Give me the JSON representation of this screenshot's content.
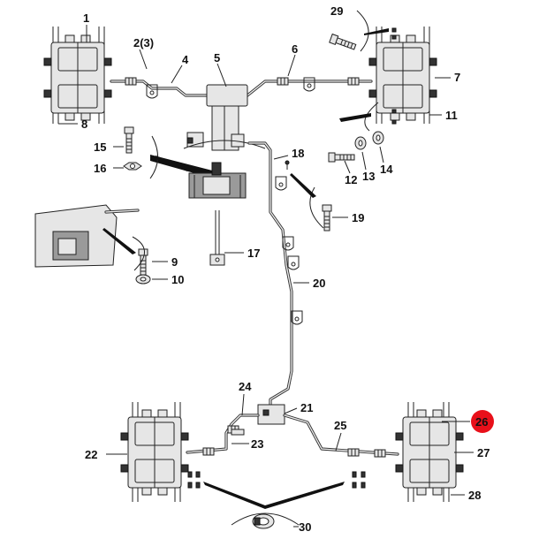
{
  "callouts": [
    {
      "id": "1",
      "text": "1"
    },
    {
      "id": "2",
      "text": "2(3)"
    },
    {
      "id": "4",
      "text": "4"
    },
    {
      "id": "5",
      "text": "5"
    },
    {
      "id": "6",
      "text": "6"
    },
    {
      "id": "7",
      "text": "7"
    },
    {
      "id": "8",
      "text": "8"
    },
    {
      "id": "9",
      "text": "9"
    },
    {
      "id": "10",
      "text": "10"
    },
    {
      "id": "11",
      "text": "11"
    },
    {
      "id": "12",
      "text": "12"
    },
    {
      "id": "13",
      "text": "13"
    },
    {
      "id": "14",
      "text": "14"
    },
    {
      "id": "15",
      "text": "15"
    },
    {
      "id": "16",
      "text": "16"
    },
    {
      "id": "17",
      "text": "17"
    },
    {
      "id": "18",
      "text": "18"
    },
    {
      "id": "19",
      "text": "19"
    },
    {
      "id": "20",
      "text": "20"
    },
    {
      "id": "21",
      "text": "21"
    },
    {
      "id": "22",
      "text": "22"
    },
    {
      "id": "23",
      "text": "23"
    },
    {
      "id": "24",
      "text": "24"
    },
    {
      "id": "25",
      "text": "25"
    },
    {
      "id": "26",
      "text": "26"
    },
    {
      "id": "27",
      "text": "27"
    },
    {
      "id": "28",
      "text": "28"
    },
    {
      "id": "29",
      "text": "29"
    },
    {
      "id": "30",
      "text": "30"
    }
  ],
  "highlight": {
    "callout": "26",
    "color": "#e8101a"
  },
  "colors": {
    "line": "#222222",
    "part_fill": "#e6e6e6",
    "part_dark": "#9a9a9a",
    "background": "#ffffff"
  }
}
